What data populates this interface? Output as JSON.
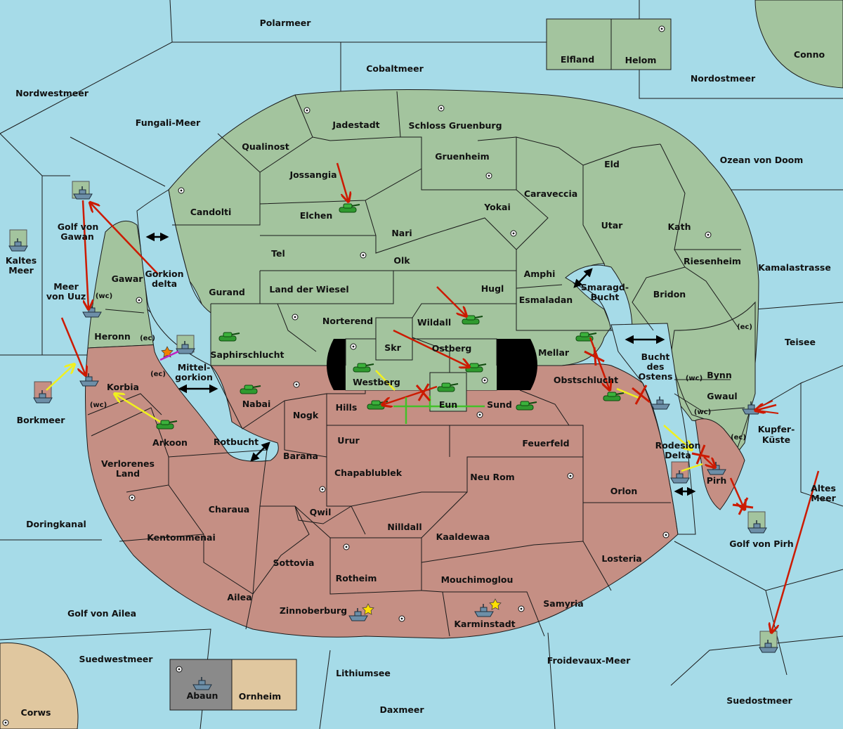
{
  "map": {
    "colors": {
      "sea": "#a6dbe8",
      "green_power": "#a3c49e",
      "red_power": "#c58f84",
      "neutral_sand": "#e0c79f",
      "grey_power": "#8a8a8a",
      "border": "#1a1a1a",
      "order_red": "#cc1a00",
      "order_yellow": "#f0f020",
      "order_green": "#44c02a",
      "order_magenta": "#c020c0",
      "impassable": "#000000"
    },
    "sea_labels": {
      "polarmeer": "Polarmeer",
      "cobaltmeer": "Cobaltmeer",
      "nordwestmeer": "Nordwestmeer",
      "fungali_meer": "Fungali-Meer",
      "nordostmeer": "Nordostmeer",
      "ozean_von_doom": "Ozean von Doom",
      "kamalastrasse": "Kamalastrasse",
      "teisee": "Teisee",
      "golf_von_gawan_1": "Golf von",
      "golf_von_gawan_2": "Gawan",
      "kaltes_meer_1": "Kaltes",
      "kaltes_meer_2": "Meer",
      "meer_von_uuz_1": "Meer",
      "meer_von_uuz_2": "von Uuz",
      "gorkion_delta_1": "Gorkion",
      "gorkion_delta_2": "delta",
      "smaragd_bucht_1": "Smaragd-",
      "smaragd_bucht_2": "Bucht",
      "mittel_gorkion_1": "Mittel-",
      "mittel_gorkion_2": "gorkion",
      "bucht_des_ostens_1": "Bucht",
      "bucht_des_ostens_2": "des",
      "bucht_des_ostens_3": "Ostens",
      "borkmeer": "Borkmeer",
      "rotbucht": "Rotbucht",
      "rodesion_delta_1": "Rodesion",
      "rodesion_delta_2": "Delta",
      "kupfer_kueste_1": "Kupfer-",
      "kupfer_kueste_2": "Küste",
      "altes_meer_1": "Altes",
      "altes_meer_2": "Meer",
      "doringkanal": "Doringkanal",
      "golf_von_pirh": "Golf von Pirh",
      "golf_von_ailea": "Golf von Ailea",
      "suedwestmeer": "Suedwestmeer",
      "lithiumsee": "Lithiumsee",
      "froidevaux_meer": "Froidevaux-Meer",
      "daxmeer": "Daxmeer",
      "suedostmeer": "Suedostmeer"
    },
    "land_labels": {
      "jadestadt": "Jadestadt",
      "schloss_gruenburg": "Schloss Gruenburg",
      "qualinost": "Qualinost",
      "gruenheim": "Gruenheim",
      "eld": "Eld",
      "jossangia": "Jossangia",
      "caraveccia": "Caraveccia",
      "candolti": "Candolti",
      "elchen": "Elchen",
      "yokai": "Yokai",
      "utar": "Utar",
      "kath": "Kath",
      "nari": "Nari",
      "tel": "Tel",
      "olk": "Olk",
      "amphi": "Amphi",
      "riesenheim": "Riesenheim",
      "gawar": "Gawar",
      "gurand": "Gurand",
      "land_der_wiesel": "Land der Wiesel",
      "hugl": "Hugl",
      "bridon": "Bridon",
      "esmaladan": "Esmaladan",
      "norterend": "Norterend",
      "wildall": "Wildall",
      "heronn": "Heronn",
      "skr": "Skr",
      "ostberg": "Ostberg",
      "mellar": "Mellar",
      "saphirschlucht": "Saphirschlucht",
      "bynn": "Bynn",
      "gwaul": "Gwaul",
      "westberg": "Westberg",
      "obstschlucht": "Obstschlucht",
      "korbia": "Korbia",
      "nabai": "Nabai",
      "hills": "Hills",
      "eun": "Eun",
      "sund": "Sund",
      "nogk": "Nogk",
      "arkoon": "Arkoon",
      "urur": "Urur",
      "feuerfeld": "Feuerfeld",
      "barana": "Barana",
      "verlorenes_land_1": "Verlorenes",
      "verlorenes_land_2": "Land",
      "chapablublek": "Chapablublek",
      "neu_rom": "Neu Rom",
      "orlon": "Orlon",
      "pirh": "Pirh",
      "charaua": "Charaua",
      "qwil": "Qwil",
      "nilldall": "Nilldall",
      "kentommenai": "Kentommenai",
      "kaaldewaa": "Kaaldewaa",
      "sottovia": "Sottovia",
      "losteria": "Losteria",
      "rotheim": "Rotheim",
      "mouchimoglou": "Mouchimoglou",
      "ailea": "Ailea",
      "samyria": "Samyria",
      "zinnoberburg": "Zinnoberburg",
      "karminstadt": "Karminstadt",
      "elfland": "Elfland",
      "helom": "Helom",
      "conno": "Conno",
      "abaun": "Abaun",
      "ornheim": "Ornheim",
      "corws": "Corws"
    },
    "coast_tags": {
      "ec": "(ec)",
      "wc": "(wc)"
    },
    "unit_icons": [
      "tank-icon",
      "ship-icon",
      "star-icon",
      "supply-center-icon"
    ]
  }
}
